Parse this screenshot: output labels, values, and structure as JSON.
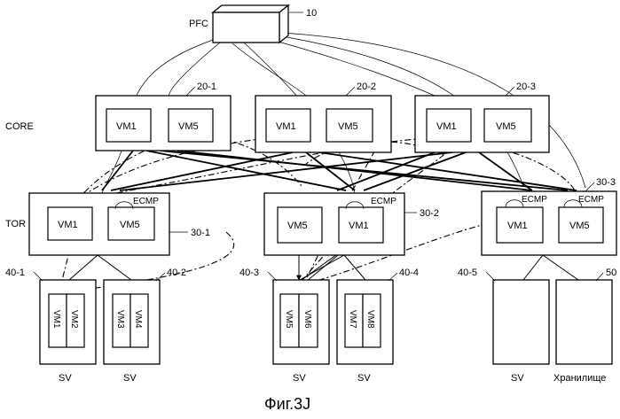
{
  "figure": {
    "caption": "Фиг.3J",
    "pfc": {
      "label": "PFC",
      "ref": "10"
    },
    "rows": {
      "core": "CORE",
      "tor": "TOR"
    },
    "core_switches": [
      {
        "ref": "20-1",
        "vms": [
          "VM1",
          "VM5"
        ]
      },
      {
        "ref": "20-2",
        "vms": [
          "VM1",
          "VM5"
        ]
      },
      {
        "ref": "20-3",
        "vms": [
          "VM1",
          "VM5"
        ]
      }
    ],
    "tor_switches": [
      {
        "ref": "30-1",
        "vms": [
          "VM1",
          "VM5"
        ],
        "ecmp": [
          "ECMP"
        ]
      },
      {
        "ref": "30-2",
        "vms": [
          "VM5",
          "VM1"
        ],
        "ecmp": [
          "ECMP"
        ]
      },
      {
        "ref": "30-3",
        "vms": [
          "VM1",
          "VM5"
        ],
        "ecmp": [
          "ECMP",
          "ECMP"
        ]
      }
    ],
    "servers": [
      {
        "ref": "40-1",
        "vms": [
          "VM1",
          "VM2"
        ],
        "label": "SV"
      },
      {
        "ref": "40-2",
        "vms": [
          "VM3",
          "VM4"
        ],
        "label": "SV"
      },
      {
        "ref": "40-3",
        "vms": [
          "VM5",
          "VM6"
        ],
        "label": "SV"
      },
      {
        "ref": "40-4",
        "vms": [
          "VM7",
          "VM8"
        ],
        "label": "SV"
      },
      {
        "ref": "40-5",
        "vms": [],
        "label": "SV"
      },
      {
        "ref": "50",
        "vms": [],
        "label": "Хранилище"
      }
    ]
  }
}
